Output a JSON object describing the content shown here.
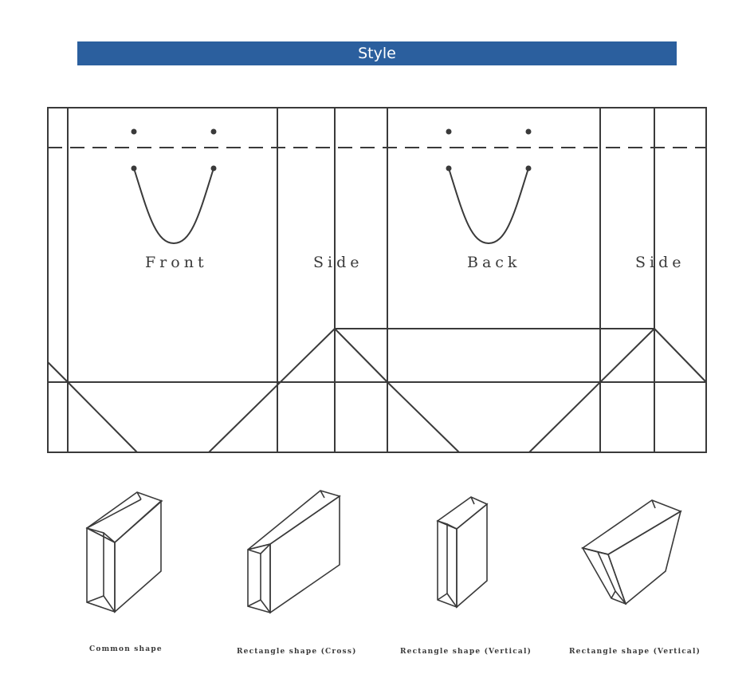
{
  "header": {
    "title": "Style"
  },
  "panels": {
    "front": "Front",
    "side_left": "Side",
    "back": "Back",
    "side_right": "Side"
  },
  "shapes": [
    {
      "caption": "Common shape",
      "icon": "common-bag-icon"
    },
    {
      "caption": "Rectangle shape (Cross)",
      "icon": "rectangle-cross-bag-icon"
    },
    {
      "caption": "Rectangle shape (Vertical)",
      "icon": "rectangle-vertical-bag-icon"
    },
    {
      "caption": "Rectangle shape (Vertical)",
      "icon": "tapered-bag-icon"
    }
  ],
  "colors": {
    "header_bg": "#2b5f9e",
    "header_text": "#ffffff",
    "line": "#3a3a3a"
  }
}
